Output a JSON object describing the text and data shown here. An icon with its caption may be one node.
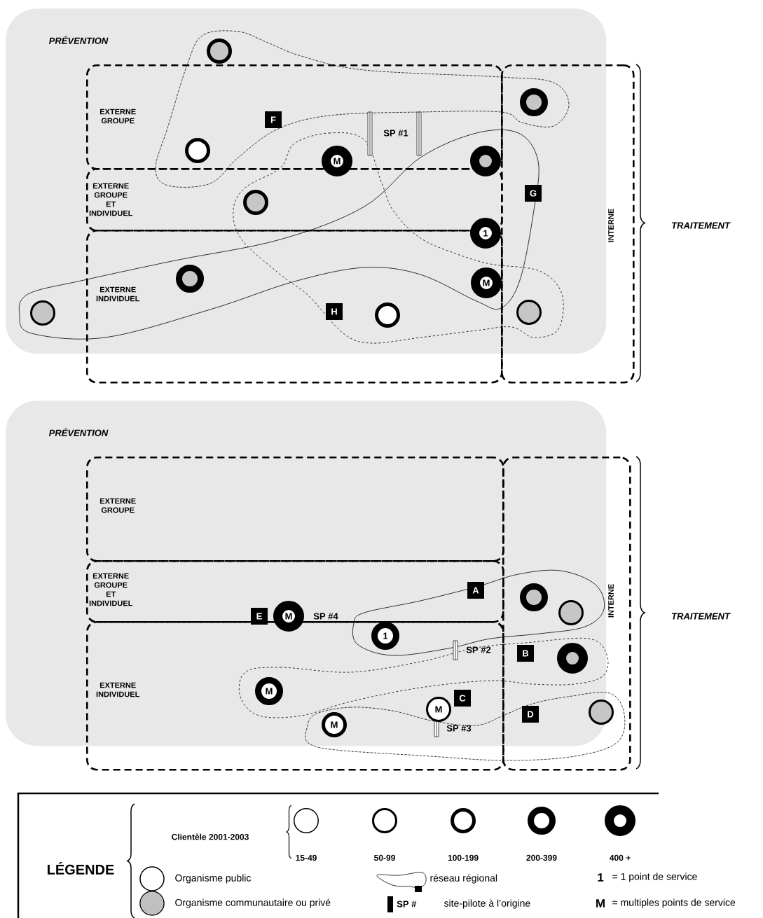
{
  "diagram": {
    "nodes": [
      {
        "text": [
          "PRÉVENTION"
        ]
      },
      {
        "text": [
          "EXTERNE GROUPE"
        ],
        "in": 0
      },
      {
        "text": [
          "EXTERNE GROUPE ET INDIVIDUEL"
        ],
        "in": 0
      },
      {
        "text": [
          "EXTERNE INDIVIDUEL"
        ]
      },
      {
        "text": [
          "INTERNE"
        ]
      },
      {
        "text": [],
        "shape": "circle",
        "in": 0
      },
      {
        "text": [],
        "shape": "circle"
      },
      {
        "text": [
          "F"
        ],
        "in": 1
      },
      {
        "text": [],
        "shape": "circle",
        "in": 1
      },
      {
        "text": [
          "M"
        ],
        "in": 0
      },
      {
        "text": [],
        "shape": "circle",
        "in": 0
      },
      {
        "text": [
          "G"
        ]
      },
      {
        "text": [],
        "shape": "circle",
        "in": 2
      },
      {
        "text": [
          "1"
        ],
        "in": 0
      },
      {
        "text": [],
        "shape": "circle",
        "in": 3
      },
      {
        "text": [
          "M"
        ],
        "in": 3
      },
      {
        "text": [],
        "shape": "circle",
        "in": 0
      },
      {
        "text": [
          "H"
        ],
        "in": 3
      },
      {
        "text": [],
        "shape": "circle",
        "in": 3
      },
      {
        "text": [],
        "shape": "circle"
      },
      {
        "text": [
          "PRÉVENTION"
        ]
      },
      {
        "text": [
          "EXTERNE GROUPE"
        ],
        "in": 20
      },
      {
        "text": [
          "EXTERNE GROUPE ET INDIVIDUEL"
        ],
        "in": 20
      },
      {
        "text": [
          "EXTERNE INDIVIDUEL"
        ]
      },
      {
        "text": [
          "INTERNE"
        ]
      },
      {
        "text": [
          "A"
        ],
        "in": 22
      },
      {
        "text": [],
        "shape": "circle"
      },
      {
        "text": [],
        "shape": "circle"
      },
      {
        "text": [
          "E"
        ],
        "in": 20
      },
      {
        "text": [
          "M"
        ],
        "in": 20
      },
      {
        "text": [
          "1"
        ],
        "in": 23
      },
      {
        "text": [
          "B"
        ]
      },
      {
        "text": [],
        "shape": "circle"
      },
      {
        "text": [
          "M"
        ],
        "in": 23
      },
      {
        "text": [
          "C"
        ],
        "in": 23
      },
      {
        "text": [
          "M"
        ],
        "in": 23
      },
      {
        "text": [
          "D"
        ]
      },
      {
        "text": [],
        "shape": "circle",
        "in": 24
      },
      {
        "text": [
          "M"
        ],
        "in": 23
      }
    ],
    "labels": [
      "SP #1",
      "TRAITEMENT",
      "SP #4",
      "SP #2",
      "SP #3",
      "TRAITEMENT",
      "LÉGENDE",
      "Clientèle 2001-2003",
      "1",
      "SP #",
      "M"
    ],
    "legend": [
      {
        "text": "15-49"
      },
      {
        "text": "50-99"
      },
      {
        "text": "100-199"
      },
      {
        "text": "200-399"
      },
      {
        "text": "400 +"
      },
      {
        "text": "Organisme public"
      },
      {
        "text": "Organisme communautaire ou privé",
        "color": "#c0c0c0"
      },
      {
        "text": "réseau régional"
      },
      {
        "text": "site-pilote à l’origine"
      },
      {
        "text": "= 1 point de service"
      },
      {
        "text": "= multiples points de service"
      }
    ]
  }
}
